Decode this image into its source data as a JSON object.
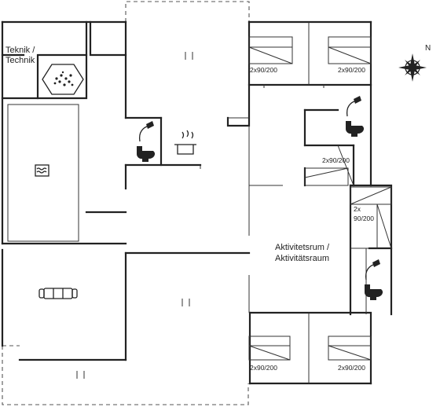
{
  "rooms": {
    "technik": "Teknik /\nTechnik",
    "activity": "Aktivitetsrum /\nAktivitätsraum"
  },
  "beds": {
    "bed1": "2x90/200",
    "bed2": "2x90/200",
    "bed3": "2x90/200",
    "bed4": "2x\n90/200",
    "bed5": "2x90/200",
    "bed6": "2x90/200"
  },
  "compass": {
    "north": "N"
  },
  "icons": [
    "hot-tub-icon",
    "pool-icon",
    "shower-icon",
    "toilet-icon",
    "cooking-pot-icon",
    "sofa-icon",
    "compass-rose-icon"
  ],
  "colors": {
    "walls": "#222222",
    "background": "#ffffff"
  }
}
